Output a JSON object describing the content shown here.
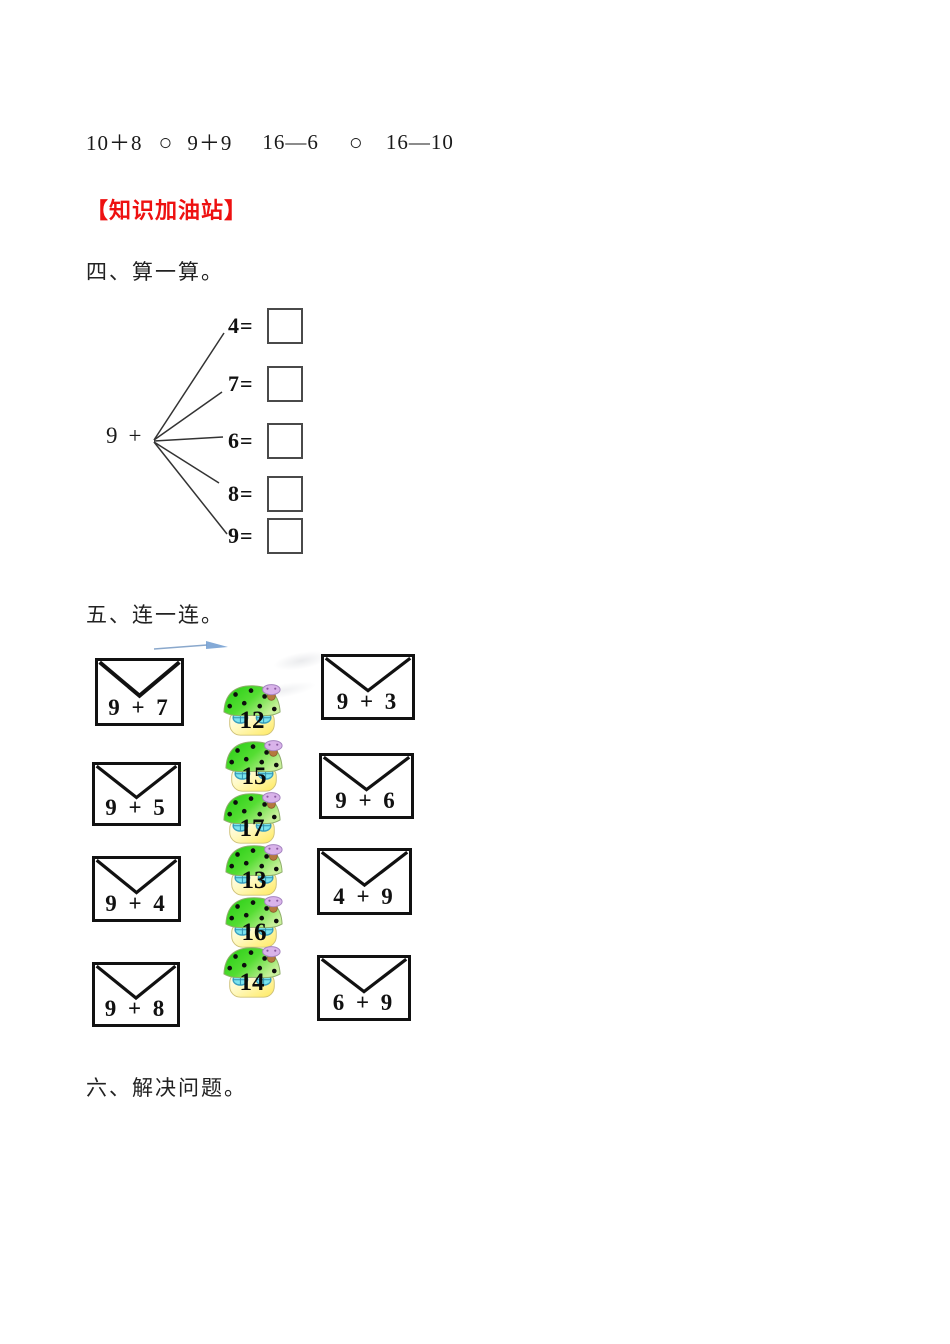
{
  "colors": {
    "heading_red": "#ee1111",
    "ink": "#1a1a1a",
    "mushroom_cap_green": "#2fcf17",
    "mushroom_body_yellow": "#ffec60",
    "window_cyan": "#7ae4ee",
    "mini_mushroom_purple": "#d9b3ea",
    "swoosh_blue": "#6f9bd0"
  },
  "comparison": {
    "expr1": "10＋8",
    "circle": "○",
    "expr2": "9＋9",
    "expr3": "16—6",
    "expr4": "16—10"
  },
  "knowledge_station": {
    "heading": "【知识加油站】"
  },
  "section4": {
    "title": "四、算一算。",
    "base": "9",
    "operator": "+",
    "rows": [
      {
        "label": "4="
      },
      {
        "label": "7="
      },
      {
        "label": "6="
      },
      {
        "label": "8="
      },
      {
        "label": "9="
      }
    ]
  },
  "section5": {
    "title": "五、连一连。",
    "left_envelopes": [
      "9 + 7",
      "9 + 5",
      "9 + 4",
      "9 + 8"
    ],
    "mushrooms": [
      "12",
      "15",
      "17",
      "13",
      "16",
      "14"
    ],
    "right_envelopes": [
      "9 + 3",
      "9 + 6",
      "4 + 9",
      "6 + 9"
    ]
  },
  "section6": {
    "title": "六、解决问题。"
  }
}
